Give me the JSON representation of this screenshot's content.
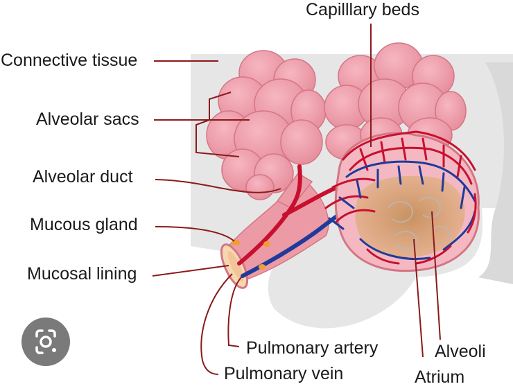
{
  "labels": {
    "capillary_beds": "Capilllary beds",
    "connective_tissue": "Connective tissue",
    "alveolar_sacs": "Alveolar sacs",
    "alveolar_duct": "Alveolar duct",
    "mucous_gland": "Mucous gland",
    "mucosal_lining": "Mucosal lining",
    "pulmonary_artery": "Pulmonary artery",
    "pulmonary_vein": "Pulmonary vein",
    "alveoli": "Alveoli",
    "atrium": "Atrium"
  },
  "colors": {
    "background": "#ffffff",
    "connective_tissue": "#e6e6e6",
    "alveolus_fill": "#ec9aa6",
    "alveolus_stroke": "#d47584",
    "artery": "#c8102e",
    "vein": "#1f3a9a",
    "leader_line": "#8b1a1a",
    "atrium": "#c99a5c",
    "gland": "#f0a030",
    "lens_button": "#7a7a7a"
  },
  "lens_button_icon": "lens-search-icon"
}
